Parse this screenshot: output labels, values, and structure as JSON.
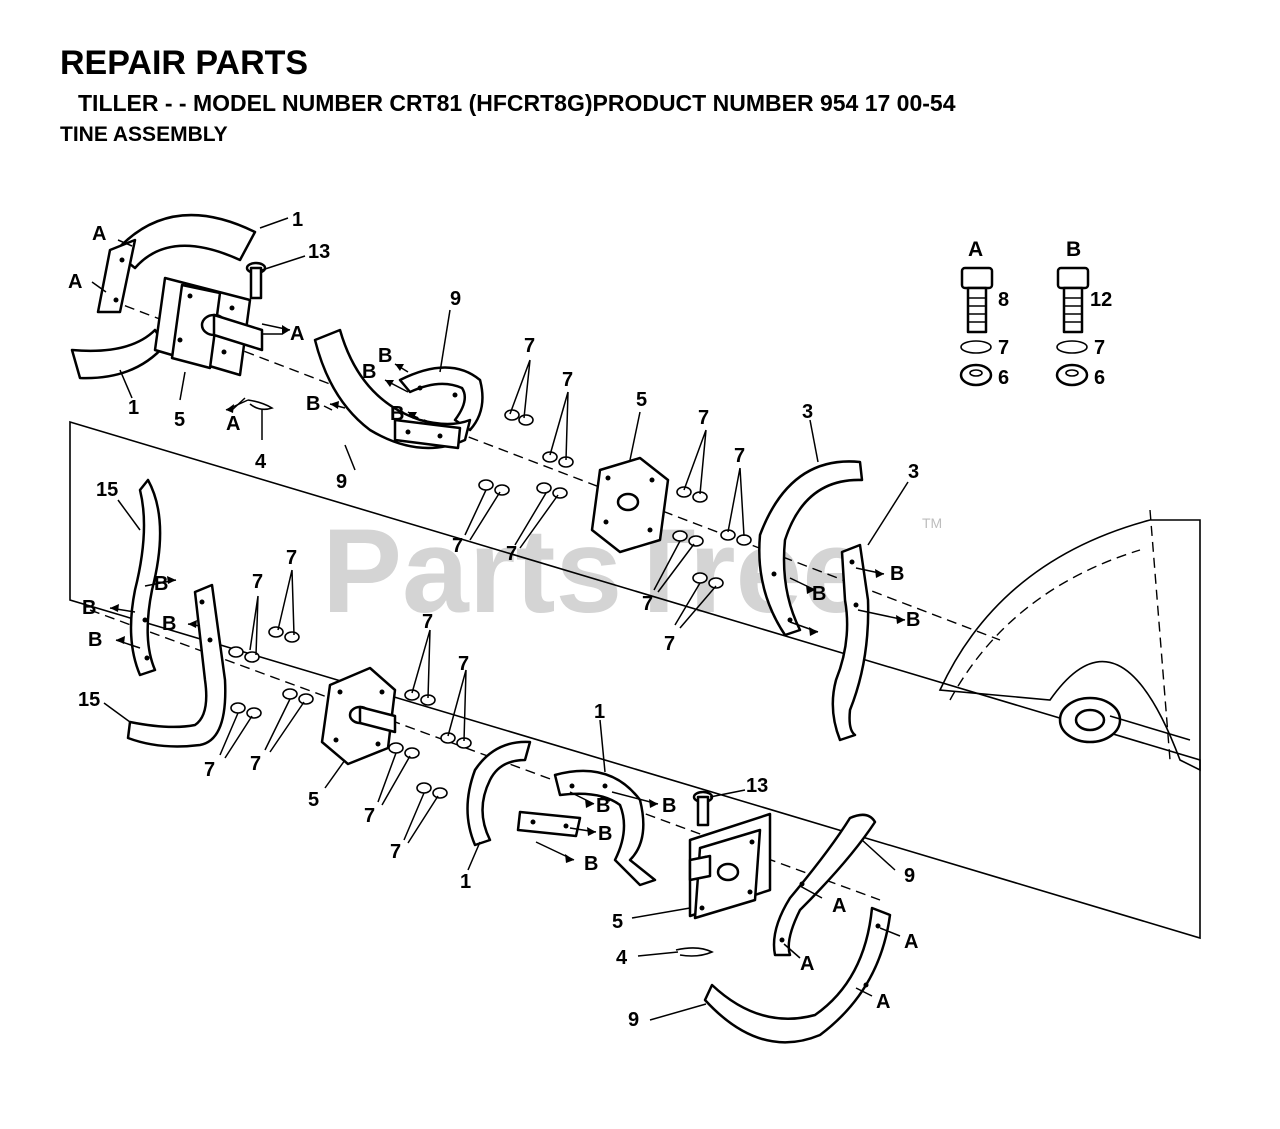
{
  "header": {
    "title": "REPAIR PARTS",
    "subtitle": "TILLER - - MODEL NUMBER CRT81 (HFCRT8G)PRODUCT NUMBER 954 17 00-54",
    "section": "TINE ASSEMBLY"
  },
  "watermark": {
    "text": "PartsTree",
    "tm": "TM"
  },
  "legend": {
    "a": {
      "letter": "A",
      "bolt": "8",
      "washer": "7",
      "nut": "6"
    },
    "b": {
      "letter": "B",
      "bolt": "12",
      "washer": "7",
      "nut": "6"
    }
  },
  "callouts": {
    "l1_top": "1",
    "l1_left": "1",
    "l13_top": "13",
    "l5_top": "5",
    "l4_top": "4",
    "a1": "A",
    "a2": "A",
    "a3": "A",
    "a4": "A",
    "l9_top": "9",
    "l9_mid": "9",
    "b1": "B",
    "b2": "B",
    "b3": "B",
    "b4": "B",
    "l7_a": "7",
    "l7_b": "7",
    "l5_mid": "5",
    "l7_c": "7",
    "l7_d": "7",
    "l7_e": "7",
    "l7_f": "7",
    "l7_g": "7",
    "l7_h": "7",
    "l3_a": "3",
    "l3_b": "3",
    "b5": "B",
    "b6": "B",
    "b7": "B",
    "l15_top": "15",
    "l15_bot": "15",
    "b8": "B",
    "b9": "B",
    "b10": "B",
    "b11": "B",
    "l7_i": "7",
    "l7_j": "7",
    "l7_k": "7",
    "l7_l": "7",
    "l7_m": "7",
    "l7_n": "7",
    "l5_low": "5",
    "l7_o": "7",
    "l7_p": "7",
    "l1_mid": "1",
    "l1_low": "1",
    "b12": "B",
    "b13": "B",
    "b14": "B",
    "b15": "B",
    "l13_low": "13",
    "l9_right": "9",
    "l5_bot": "5",
    "l4_bot": "4",
    "l9_bot": "9",
    "a5": "A",
    "a6": "A",
    "a7": "A",
    "a8": "A"
  }
}
